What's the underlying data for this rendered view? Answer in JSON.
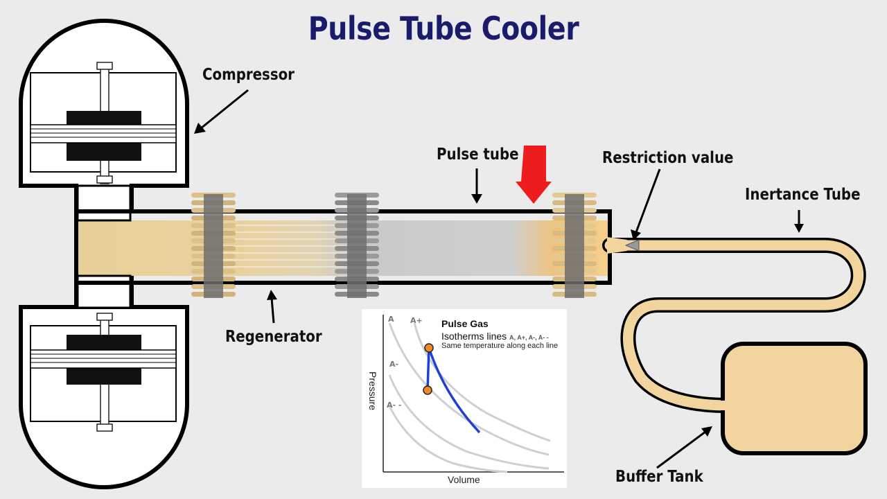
{
  "title": "Pulse Tube Cooler",
  "labels": {
    "compressor": "Compressor",
    "pulse_tube": "Pulse tube",
    "restriction_value": "Restriction value",
    "inertance_tube": "Inertance Tube",
    "regenerator": "Regenerator",
    "buffer_tank": "Buffer Tank"
  },
  "inset": {
    "title": "Pulse Gas",
    "isotherms_label": "Isotherms lines",
    "isotherms_names": "A, A+, A-, A- -",
    "description": "Same temperature along each line",
    "xlabel": "Volume",
    "ylabel": "Pressure",
    "isotherms": [
      "A",
      "A+",
      "A-",
      "A- -"
    ]
  },
  "colors": {
    "title": "#1b1b6b",
    "gas": "#f2d59e",
    "indicator_arrow": "#ee1c1c",
    "process_curve": "#1f3fd6",
    "state_point": "#f08a24"
  }
}
